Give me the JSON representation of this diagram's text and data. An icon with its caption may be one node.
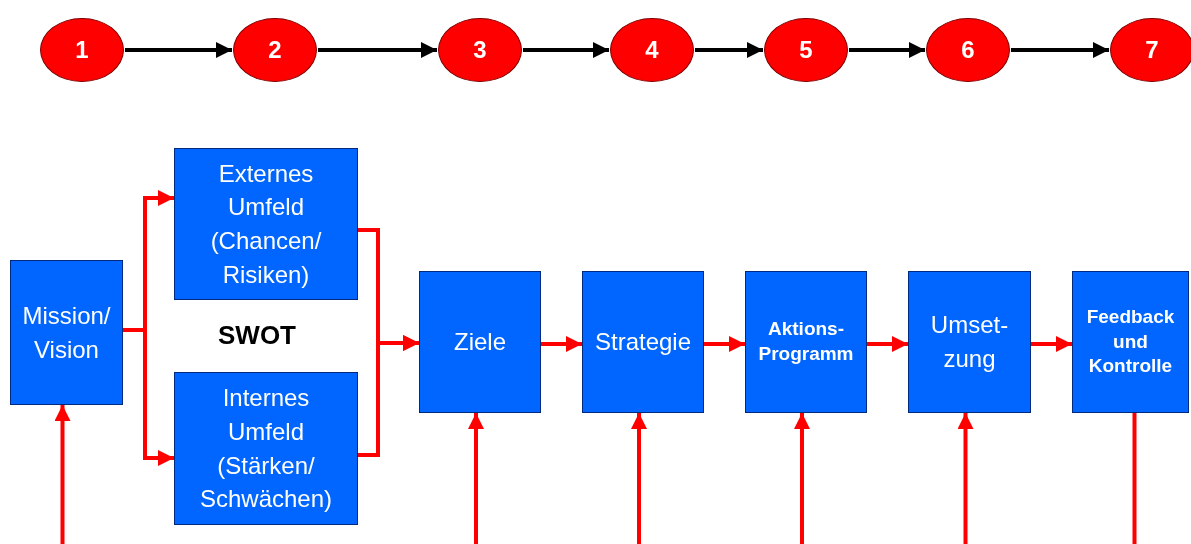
{
  "diagram": {
    "nodes": [
      {
        "text": [
          "1"
        ]
      },
      {
        "text": [
          "2"
        ]
      },
      {
        "text": [
          "3"
        ]
      },
      {
        "text": [
          "4"
        ]
      },
      {
        "text": [
          "5"
        ]
      },
      {
        "text": [
          "6"
        ]
      },
      {
        "text": [
          "7"
        ]
      },
      {
        "text": [
          "Mission/ Vision"
        ]
      },
      {
        "text": [
          "Externes Umfeld (Chancen/ Risiken)"
        ]
      },
      {
        "text": [
          "Internes Umfeld (Stärken/ Schwächen)"
        ]
      },
      {
        "text": [
          "Ziele"
        ]
      },
      {
        "text": [
          "Strategie"
        ]
      },
      {
        "text": [
          "Aktions- Programm"
        ]
      },
      {
        "text": [
          "Umset- zung"
        ]
      },
      {
        "text": [
          "Feedback und Kontrolle"
        ]
      }
    ],
    "edges": [
      {
        "from": 0,
        "to": 1,
        "arrow": "to",
        "color": "#000000"
      },
      {
        "from": 1,
        "to": 2,
        "arrow": "to",
        "color": "#000000"
      },
      {
        "from": 2,
        "to": 3,
        "arrow": "to",
        "color": "#000000"
      },
      {
        "from": 3,
        "to": 4,
        "arrow": "to",
        "color": "#000000"
      },
      {
        "from": 4,
        "to": 5,
        "arrow": "to",
        "color": "#000000"
      },
      {
        "from": 5,
        "to": 6,
        "arrow": "to",
        "color": "#000000"
      },
      {
        "from": 7,
        "to": 8,
        "arrow": "to"
      },
      {
        "from": 7,
        "to": 9,
        "arrow": "to"
      },
      {
        "from": 8,
        "to": 10,
        "arrow": "to"
      },
      {
        "from": 9,
        "to": 10,
        "arrow": "to"
      },
      {
        "from": 10,
        "to": 11,
        "arrow": "to"
      },
      {
        "from": 11,
        "to": 12,
        "arrow": "to"
      },
      {
        "from": 12,
        "to": 13,
        "arrow": "to"
      },
      {
        "from": 13,
        "to": 14,
        "arrow": "to"
      },
      {
        "from": null,
        "to": 7,
        "arrow": "to"
      },
      {
        "from": null,
        "to": 10,
        "arrow": "to"
      },
      {
        "from": null,
        "to": 11,
        "arrow": "to"
      },
      {
        "from": null,
        "to": 12,
        "arrow": "to"
      },
      {
        "from": null,
        "to": 13,
        "arrow": "to"
      },
      {
        "from": 14,
        "to": null,
        "arrow": "none"
      }
    ],
    "labels": [
      "SWOT"
    ]
  }
}
